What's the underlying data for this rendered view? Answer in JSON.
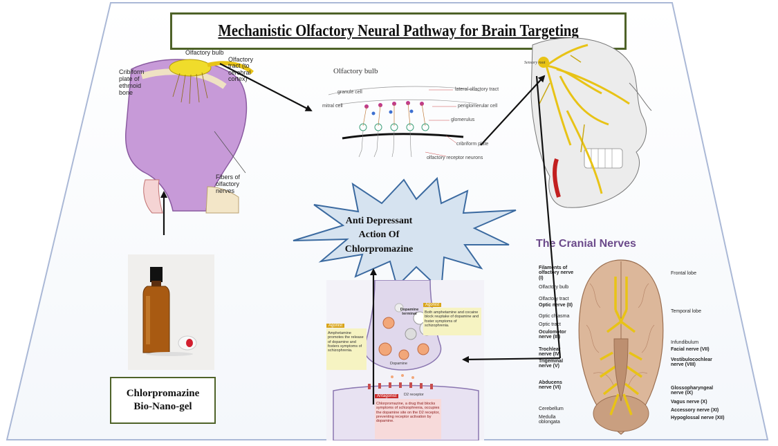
{
  "title": "Mechanistic Olfactory Neural Pathway for Brain Targeting",
  "nasal": {
    "olfactory_bulb": "Olfactory bulb",
    "olfactory_tract": "Olfactory tract (to cerebral cortex)",
    "cribriform_1": "Cribiform",
    "cribriform_2": "plate of",
    "cribriform_3": "ethmoid",
    "cribriform_4": "bone",
    "fibers_1": "Fibers of",
    "fibers_2": "olfactory",
    "fibers_3": "nerves"
  },
  "bulb": {
    "heading": "Olfactory bulb",
    "granule_cell": "granule cell",
    "mitral_cell": "mitral cell",
    "lateral_tract": "lateral olfactory tract",
    "periglomerular": "periglomerular cell",
    "glomerulus": "glomerulus",
    "cribriform_plate": "cribriform plate",
    "receptor_neurons": "olfactory receptor neurons"
  },
  "star": {
    "line1": "Anti Depressant",
    "line2": "Action Of",
    "line3": "Chlorpromazine"
  },
  "product": {
    "line1": "Chlorpromazine",
    "line2": "Bio-Nano-gel"
  },
  "synapse": {
    "dopamine_terminal": "Dopamine terminal",
    "amphetamine_tag": "Agonist",
    "amphetamine_text": "Amphetamine promotes the release of dopamine and fosters symptoms of schizophrenia.",
    "cocaine_tag": "Agonist",
    "cocaine_text": "Both amphetamine and cocaine block reuptake of dopamine and foster symptoms of schizophrenia.",
    "antagonist_tag": "Antagonist",
    "antagonist_text": "Chlorpromazine, a drug that blocks symptoms of schizophrenia, occupies the dopamine site on the D2 receptor, preventing receptor activation by dopamine.",
    "dopamine": "Dopamine",
    "receptor": "D2 receptor"
  },
  "cranial": {
    "title": "The Cranial Nerves",
    "left": [
      {
        "text": "Filaments of olfactory nerve (I)",
        "bold": true
      },
      {
        "text": "Olfactory bulb",
        "bold": false
      },
      {
        "text": "Olfactory tract",
        "bold": false
      },
      {
        "text": "Optic nerve (II)",
        "bold": true
      },
      {
        "text": "Optic chiasma",
        "bold": false
      },
      {
        "text": "Optic tract",
        "bold": false
      },
      {
        "text": "Oculomotor nerve (III)",
        "bold": true
      },
      {
        "text": "Trochlear nerve (IV)",
        "bold": true
      },
      {
        "text": "Trigeminal nerve (V)",
        "bold": true
      },
      {
        "text": "Abducens nerve (VI)",
        "bold": true
      },
      {
        "text": "Cerebellum",
        "bold": false
      },
      {
        "text": "Medulla oblongata",
        "bold": false
      }
    ],
    "right": [
      {
        "text": "Frontal lobe",
        "bold": false
      },
      {
        "text": "Temporal lobe",
        "bold": false
      },
      {
        "text": "Infundibulum",
        "bold": false
      },
      {
        "text": "Facial nerve (VII)",
        "bold": true
      },
      {
        "text": "Vestibulocochlear nerve (VIII)",
        "bold": true
      },
      {
        "text": "Glossopharyngeal nerve (IX)",
        "bold": true
      },
      {
        "text": "Vagus nerve (X)",
        "bold": true
      },
      {
        "text": "Accessory nerve (XI)",
        "bold": true
      },
      {
        "text": "Hypoglossal nerve (XII)",
        "bold": true
      }
    ]
  },
  "colors": {
    "frame": "#aab8d6",
    "title_border": "#4e6228",
    "star_fill": "#d6e3f0",
    "star_stroke": "#3b6aa0",
    "nerve_yellow": "#e8c316",
    "nasal_purple": "#c79ad8",
    "brain_tan": "#dcb79a"
  }
}
